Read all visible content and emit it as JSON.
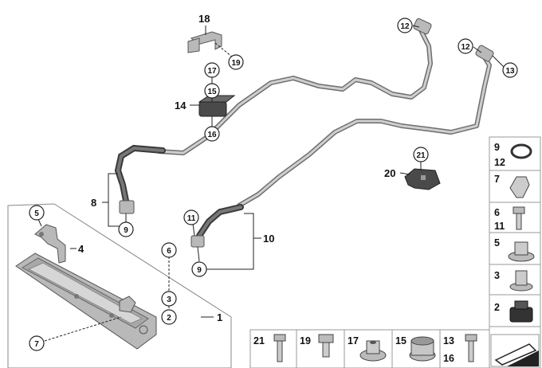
{
  "callouts": {
    "c18": "18",
    "c19": "19",
    "c17": "17",
    "c15": "15",
    "c14": "14",
    "c16": "16",
    "c12a": "12",
    "c12b": "12",
    "c13": "13",
    "c8": "8",
    "c9a": "9",
    "c11": "11",
    "c10": "10",
    "c9b": "9",
    "c21": "21",
    "c20": "20",
    "c5": "5",
    "c4": "4",
    "c6": "6",
    "c3": "3",
    "c2": "2",
    "c1": "1",
    "c7": "7"
  },
  "sidebar": [
    {
      "top": "9",
      "bottom": "12"
    },
    {
      "top": "7",
      "bottom": ""
    },
    {
      "top": "6",
      "bottom": "11"
    },
    {
      "top": "5",
      "bottom": ""
    },
    {
      "top": "3",
      "bottom": ""
    },
    {
      "top": "2",
      "bottom": ""
    }
  ],
  "bottom_strip": [
    {
      "top": "21",
      "bottom": ""
    },
    {
      "top": "19",
      "bottom": ""
    },
    {
      "top": "17",
      "bottom": ""
    },
    {
      "top": "15",
      "bottom": ""
    },
    {
      "top": "13",
      "bottom": "16"
    }
  ]
}
